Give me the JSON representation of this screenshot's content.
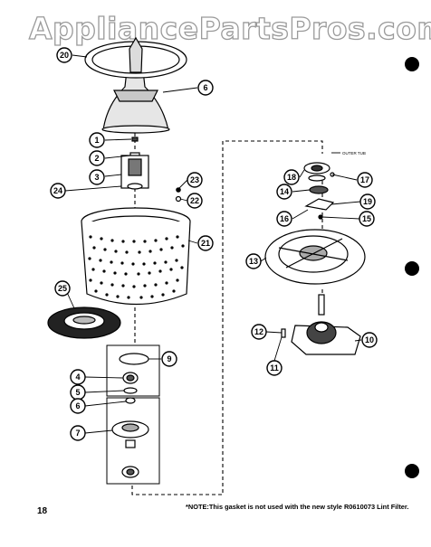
{
  "watermark": {
    "text": "AppliancePartsPros.com"
  },
  "page_number": "18",
  "footnote": "*NOTE:This gasket is not used with the new style R0610073 Lint Filter.",
  "outer_tub_label": "OUTER TUB",
  "callouts": [
    "20",
    "6",
    "1",
    "2",
    "3",
    "24",
    "23",
    "22",
    "21",
    "25",
    "9",
    "4",
    "5",
    "6",
    "7",
    "18",
    "17",
    "14",
    "19",
    "16",
    "15",
    "13",
    "12",
    "11",
    "10"
  ]
}
